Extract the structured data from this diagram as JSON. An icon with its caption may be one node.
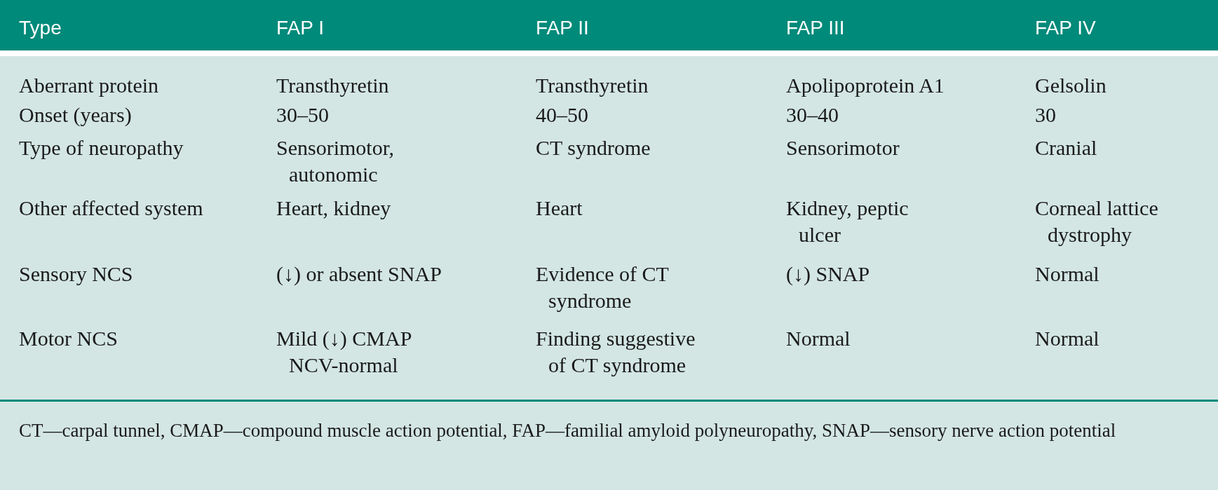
{
  "diagram": {
    "labels": [
      "Type",
      "FAP I",
      "FAP II",
      "FAP III",
      "FAP IV",
      "Aberrant protein",
      "Transthyretin",
      "Transthyretin",
      "Apolipoprotein A1",
      "Gelsolin",
      "Onset (years)",
      "30–50",
      "40–50",
      "30–40",
      "30",
      "Type of neuropathy",
      "Sensorimotor, autonomic",
      "CT syndrome",
      "Sensorimotor",
      "Cranial",
      "Other affected system",
      "Heart, kidney",
      "Heart",
      "Kidney, peptic ulcer",
      "Corneal lattice dystrophy",
      "Sensory NCS",
      "(↓) or absent SNAP",
      "Evidence of CT syndrome",
      "(↓) SNAP",
      "Normal",
      "Motor NCS",
      "Mild (↓) CMAP NCV-normal",
      "Finding suggestive of CT syndrome",
      "Normal",
      "Normal",
      "CT—carpal tunnel, CMAP—compound muscle action potential, FAP—familial amyloid polyneuropathy, SNAP—sensory nerve action potential"
    ]
  }
}
